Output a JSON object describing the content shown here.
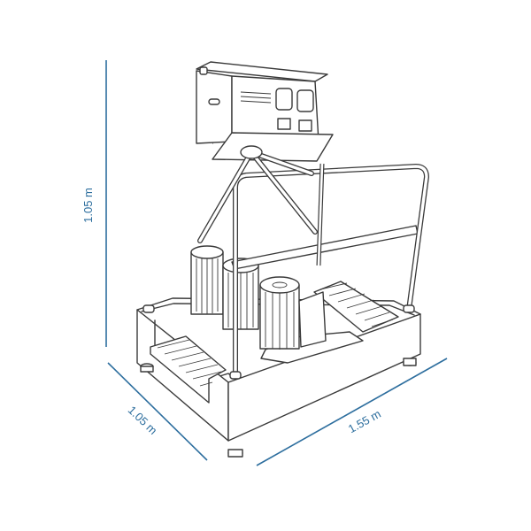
{
  "dimensions": {
    "height_label": "1.05 m",
    "depth_label": "1.05 m",
    "width_label": "1.55 m"
  },
  "colors": {
    "dimension_line": "#2d6e9e",
    "drawing_stroke": "#3a3a3a",
    "background": "#ffffff"
  }
}
